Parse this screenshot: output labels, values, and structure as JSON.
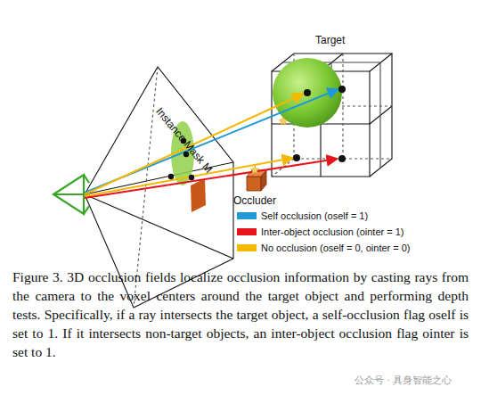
{
  "diagram": {
    "caption": "Figure 3. 3D occlusion fields localize occlusion information by casting rays from the camera to the voxel centers around the target object and performing depth tests. Specifically, if a ray intersects the target object, a self-occlusion flag oself is set to 1. If it intersects non-target objects, an inter-object occlusion flag ointer is set to 1.",
    "nodes": [
      {
        "text": [
          "Target"
        ]
      },
      {
        "text": [
          "Occluder"
        ]
      }
    ],
    "labels": [
      "Instance Mask M",
      "公众号 · 具身智能之心"
    ],
    "legend": [
      {
        "text": "Self occlusion (oself = 1)",
        "color": "#1f9ad6"
      },
      {
        "text": "Inter-object occlusion (ointer = 1)",
        "color": "#e8141b"
      },
      {
        "text": "No occlusion (oself = 0, ointer = 0)",
        "color": "#f5b800"
      }
    ]
  }
}
